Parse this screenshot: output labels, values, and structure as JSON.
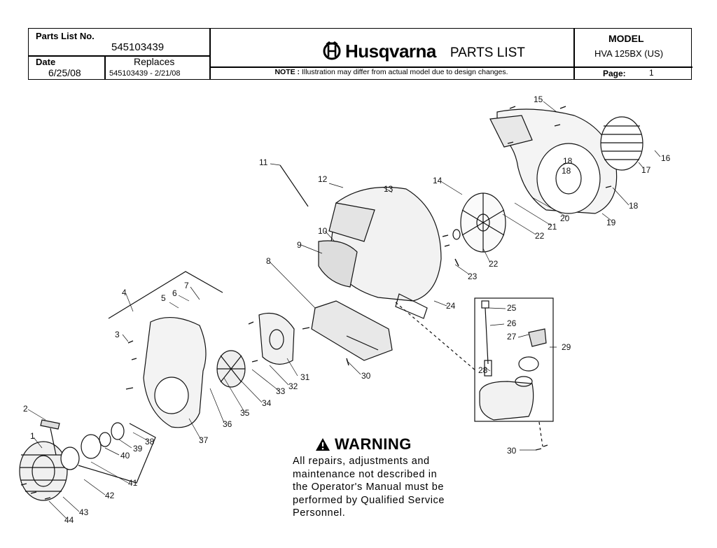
{
  "header": {
    "parts_list_no_label": "Parts List No.",
    "parts_list_no": "545103439",
    "date_label": "Date",
    "date": "6/25/08",
    "replaces_label": "Replaces",
    "replaces": "545103439 - 2/21/08",
    "brand": "Husqvarna",
    "doc_type": "PARTS LIST",
    "note_label": "NOTE :",
    "note": "Illustration may differ from actual model due to design changes.",
    "model_label": "MODEL",
    "model": "HVA 125BX (US)",
    "page_label": "Page:",
    "page": "1"
  },
  "callouts": [
    "1",
    "2",
    "3",
    "4",
    "5",
    "6",
    "7",
    "8",
    "9",
    "10",
    "11",
    "12",
    "13",
    "14",
    "15",
    "16",
    "17",
    "18",
    "18",
    "18",
    "19",
    "20",
    "21",
    "22",
    "22",
    "23",
    "24",
    "25",
    "26",
    "27",
    "28",
    "29",
    "30",
    "30",
    "31",
    "32",
    "33",
    "34",
    "35",
    "36",
    "37",
    "38",
    "39",
    "40",
    "41",
    "42",
    "43",
    "44"
  ],
  "warning": {
    "title": "WARNING",
    "lines": [
      "All repairs, adjustments and",
      "maintenance not described in",
      "the Operator's Manual must be",
      "performed by Qualified Service",
      "Personnel."
    ]
  }
}
